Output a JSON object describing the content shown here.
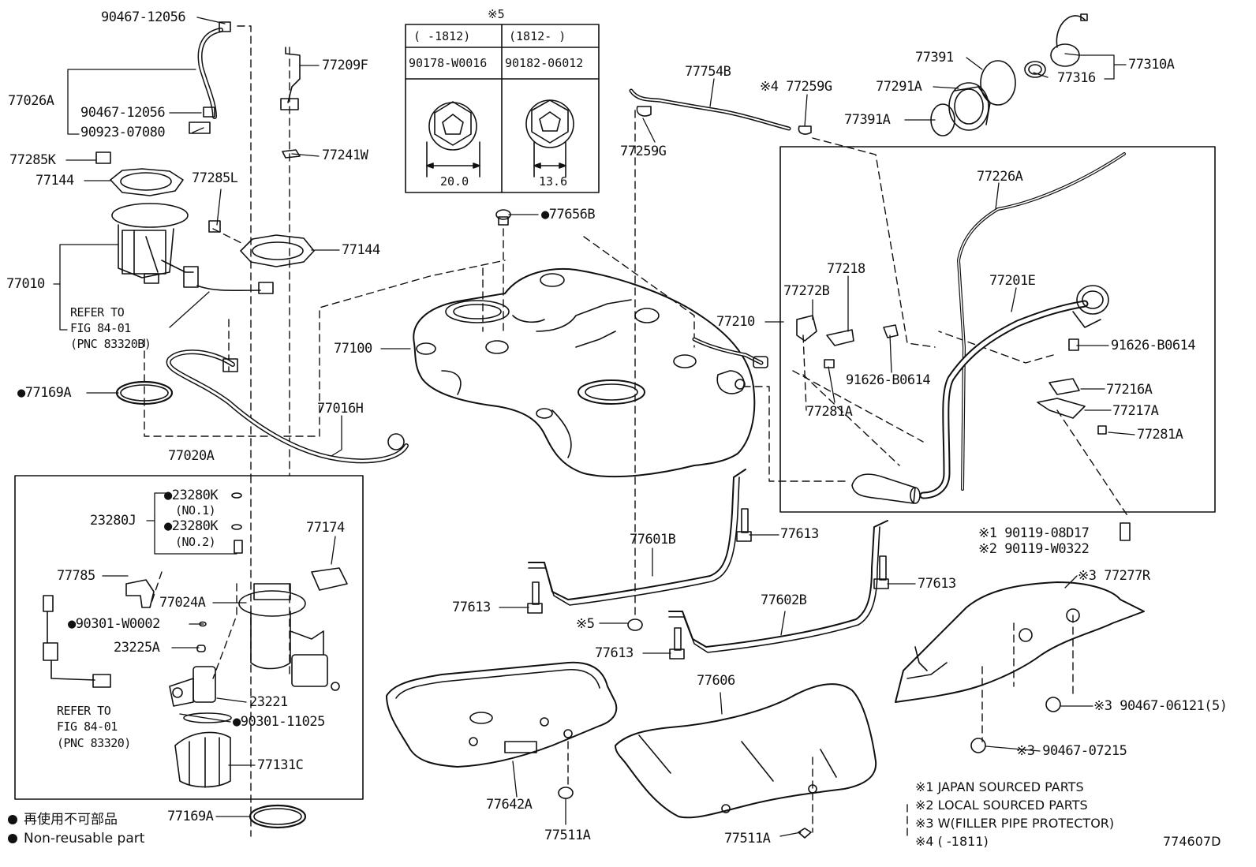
{
  "drawing_id": "774607D",
  "legend": {
    "jp": "再使用不可部品",
    "en": "Non-reusable part"
  },
  "notes": [
    "※1 JAPAN SOURCED PARTS",
    "※2 LOCAL SOURCED PARTS",
    "※3 W(FILLER PIPE PROTECTOR)",
    "※4 (     -1811)"
  ],
  "inset_table": {
    "title": "※5",
    "col1_header": "(    -1812)",
    "col2_header": "(1812-     )",
    "col1_part": "90178-W0016",
    "col2_part": "90182-06012",
    "col1_dim": "20.0",
    "col2_dim": "13.6"
  },
  "refs": {
    "ref1_line1": "REFER TO",
    "ref1_line2": "FIG 84-01",
    "ref1_line3": "(PNC 83320B)",
    "ref2_line1": "REFER TO",
    "ref2_line2": "FIG 84-01",
    "ref2_line3": "(PNC 83320)"
  },
  "labels": {
    "p90467_12056_top": "90467-12056",
    "p77026A": "77026A",
    "p90467_12056_mid": "90467-12056",
    "p90923_07080": "90923-07080",
    "p77285K": "77285K",
    "p77144_left": "77144",
    "p77285L": "77285L",
    "p77144_mid": "77144",
    "p77010": "77010",
    "p77209F": "77209F",
    "p77241W": "77241W",
    "p77169A_top": "●77169A",
    "p77016H": "77016H",
    "p77020A": "77020A",
    "p23280J": "23280J",
    "p23280K_1": "●23280K",
    "no1": "(NO.1)",
    "p23280K_2": "●23280K",
    "no2": "(NO.2)",
    "p77174": "77174",
    "p77785": "77785",
    "p77024A": "77024A",
    "p90301_W0002": "●90301-W0002",
    "p23225A": "23225A",
    "p23221": "23221",
    "p90301_11025": "●90301-11025",
    "p77131C": "77131C",
    "p77169A_bottom": "77169A",
    "p77100": "77100",
    "p77656B": "●77656B",
    "p77754B": "77754B",
    "p77259G_top": "※4 77259G",
    "p77259G_left": "77259G",
    "p77391": "77391",
    "p77291A": "77291A",
    "p77391A": "77391A",
    "p77310A": "77310A",
    "p77316": "77316",
    "p77226A": "77226A",
    "p77218": "77218",
    "p77272B": "77272B",
    "p77201E": "77201E",
    "p77210": "77210",
    "p91626_B0614_a": "91626-B0614",
    "p91626_B0614_b": "91626-B0614",
    "p77216A": "77216A",
    "p77281A_a": "77281A",
    "p77217A": "77217A",
    "p77281A_b": "77281A",
    "p90119_08D17": "※1 90119-08D17",
    "p90119_W0322": "※2 90119-W0322",
    "p77601B": "77601B",
    "p77613_a": "77613",
    "p77613_b": "77613",
    "p77613_c": "77613",
    "p77613_d": "77613",
    "p77602B": "77602B",
    "note5": "※5",
    "p77277R": "※3 77277R",
    "p77606": "77606",
    "p90467_06121": "※3 90467-06121(5)",
    "p90467_07215": "※3 90467-07215",
    "p77642A": "77642A",
    "p77511A_a": "77511A",
    "p77511A_b": "77511A"
  }
}
